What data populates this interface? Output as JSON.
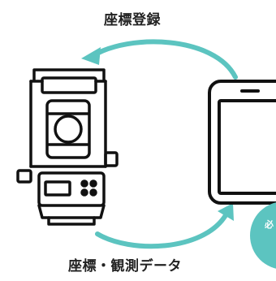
{
  "labels": {
    "top": "座標登録",
    "bottom": "座標・観測データ",
    "badge": "必"
  },
  "colors": {
    "arrow": "#5cc4c0",
    "outline": "#111111",
    "badge": "#5cc4c0"
  },
  "icons": {
    "left": "total-station-icon",
    "right": "tablet-icon"
  }
}
